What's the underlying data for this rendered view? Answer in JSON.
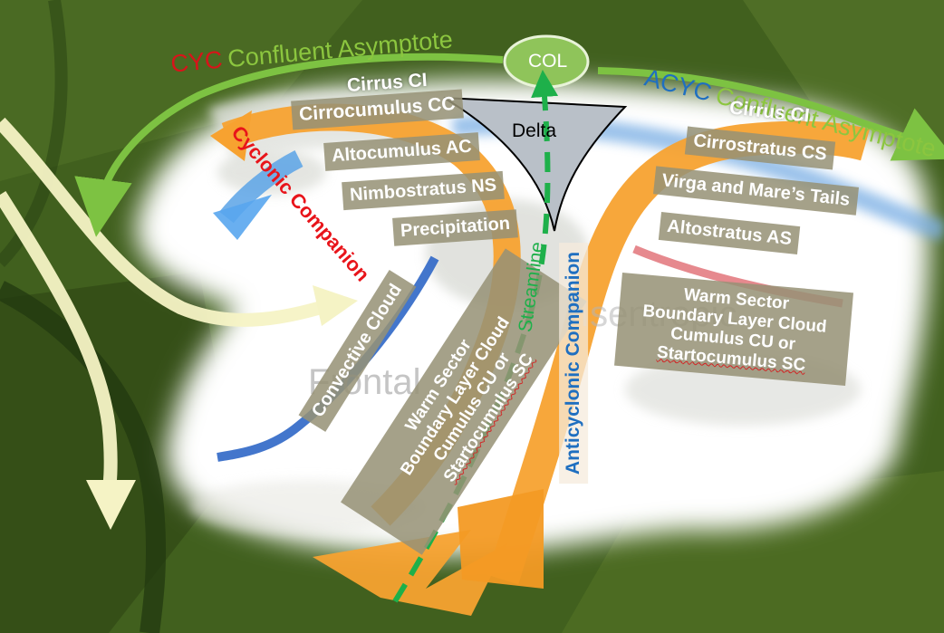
{
  "colors": {
    "cyc_red": "#d8141a",
    "acyc_blue": "#1f6fc0",
    "asymptote_green": "#7dc242",
    "streamline_green": "#1eb04a",
    "companion_orange": "#f7a230",
    "label_box": "#96927a",
    "cloud_white": "#ffffff",
    "background_green": "#3f5a1c"
  },
  "asymptotes": {
    "cyclonic": {
      "prefix": "CYC",
      "label": "Confluent Asymptote"
    },
    "anticyclonic": {
      "prefix": "ACYC",
      "label": "Confluent Asymptote"
    }
  },
  "col": {
    "label": "COL"
  },
  "delta": {
    "label": "Delta"
  },
  "cyclonic_companion": {
    "label": "Cyclonic Companion"
  },
  "anticyclonic_companion": {
    "label": "Anticyclonic Companion"
  },
  "streamline": {
    "label": "Streamline"
  },
  "left_clouds": {
    "cirrus": "Cirrus CI",
    "cirrocumulus": "Cirrocumulus CC",
    "altocumulus": "Altocumulus AC",
    "nimbostratus": "Nimbostratus NS",
    "precipitation": "Precipitation",
    "convective": "Convective Cloud",
    "warm_sector": {
      "line1": "Warm Sector",
      "line2": "Boundary Layer Cloud",
      "line3": "Cumulus CU or",
      "line4": "Startocumulus SC"
    }
  },
  "right_clouds": {
    "cirrus": "Cirrus CI",
    "cirrostratus": "Cirrostratus CS",
    "virga": "Virga and Mare’s Tails",
    "altostratus": "Altostratus AS",
    "warm_sector": {
      "line1": "Warm Sector",
      "line2": "Boundary Layer Cloud",
      "line3": "Cumulus CU or",
      "line4": "Startocumulus SC"
    }
  },
  "background_labels": {
    "frontal": "Frontal",
    "isentropic": "Isentropic"
  }
}
